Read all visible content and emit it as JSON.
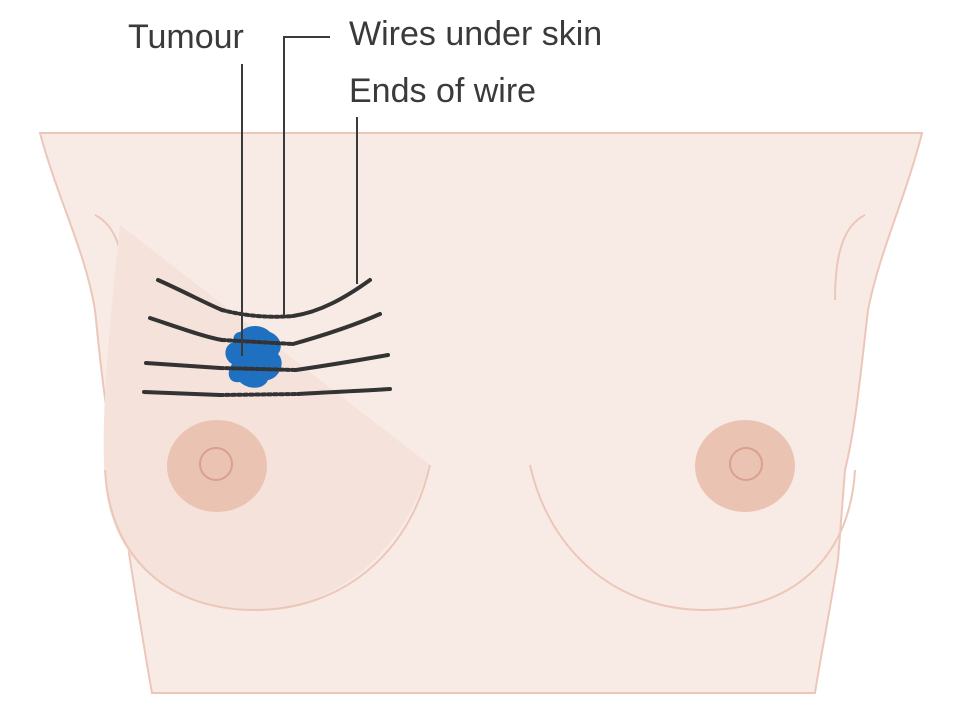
{
  "labels": {
    "tumour": "Tumour",
    "wires_under_skin": "Wires under skin",
    "ends_of_wire": "Ends of wire"
  },
  "colors": {
    "skin": "#f8ebe6",
    "skin_outline": "#ecc7b9",
    "areola": "#ebc3b3",
    "nipple_outline": "#d9a08e",
    "tumour": "#1f70c1",
    "wire": "#333333"
  }
}
